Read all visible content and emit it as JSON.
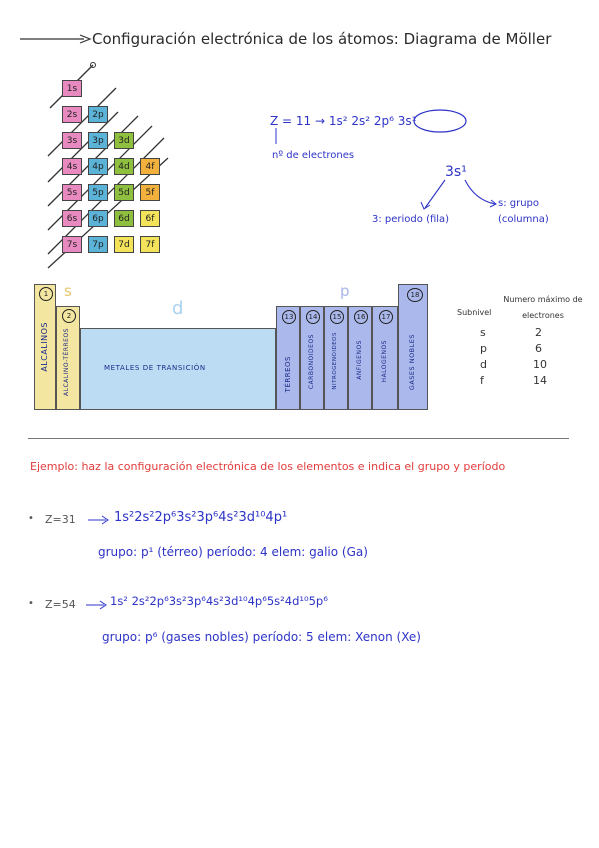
{
  "title": "Configuración electrónica de los átomos: Diagrama de Möller",
  "moller": {
    "rows": [
      [
        "1s"
      ],
      [
        "2s",
        "2p"
      ],
      [
        "3s",
        "3p",
        "3d"
      ],
      [
        "4s",
        "4p",
        "4d",
        "4f"
      ],
      [
        "5s",
        "5p",
        "5d",
        "5f"
      ],
      [
        "6s",
        "6p",
        "6d",
        "6f"
      ],
      [
        "7s",
        "7p",
        "7d",
        "7f"
      ]
    ]
  },
  "notes": {
    "z11": "Z = 11 → 1s² 2s² 2p⁶ 3s¹",
    "arrow_label": "nº de electrones",
    "term": "3s¹",
    "periodo": "3: periodo (fila)",
    "grupo": "s: grupo (columna)"
  },
  "table": {
    "block_s": "s",
    "block_d": "d",
    "block_p": "p",
    "g1": "1",
    "g2": "2",
    "g18": "18",
    "alcalinos": "ALCALINOS",
    "alcalinoterreos": "ALCALINO-TÉRREOS",
    "transicion": "METALES DE TRANSICIÓN",
    "p_groups": [
      {
        "num": "13",
        "name": "TÉRREOS"
      },
      {
        "num": "14",
        "name": "CARBONOIDEOS"
      },
      {
        "num": "15",
        "name": "NITROGENOIDEOS"
      },
      {
        "num": "16",
        "name": "ANFÍGENOS"
      },
      {
        "num": "17",
        "name": "HALÓGENOS"
      },
      {
        "num": "",
        "name": "GASES NOBLES"
      }
    ]
  },
  "max_table": {
    "header_subnivel": "Subnivel",
    "header_max": "Numero máximo de electrones",
    "rows": [
      {
        "sub": "s",
        "n": "2"
      },
      {
        "sub": "p",
        "n": "6"
      },
      {
        "sub": "d",
        "n": "10"
      },
      {
        "sub": "f",
        "n": "14"
      }
    ]
  },
  "example": {
    "heading": "Ejemplo: haz la configuración electrónica de los elementos e indica el grupo y período",
    "items": [
      {
        "z": "Z=31",
        "config": "1s²2s²2p⁶3s²3p⁶4s²3d¹⁰4p¹",
        "answer": "grupo: p¹ (térreo) período: 4 elem: galio (Ga)"
      },
      {
        "z": "Z=54",
        "config": "1s² 2s²2p⁶3s²3p⁶4s²3d¹⁰4p⁶5s²4d¹⁰5p⁶",
        "answer": "grupo: p⁶ (gases nobles) período: 5 elem: Xenon (Xe)"
      }
    ]
  },
  "colors": {
    "s": "#e88ac0",
    "p": "#5bb3d8",
    "d": "#8fbf3f",
    "f": "#f2e35a",
    "alcalinos": "#f3e6a0",
    "alcalinoterreos": "#f3e6a0",
    "transicion": "#bcdcf3",
    "pblock": "#aab8eb",
    "accent_red": "#e23b3b",
    "ink_blue": "#2d33c7"
  }
}
